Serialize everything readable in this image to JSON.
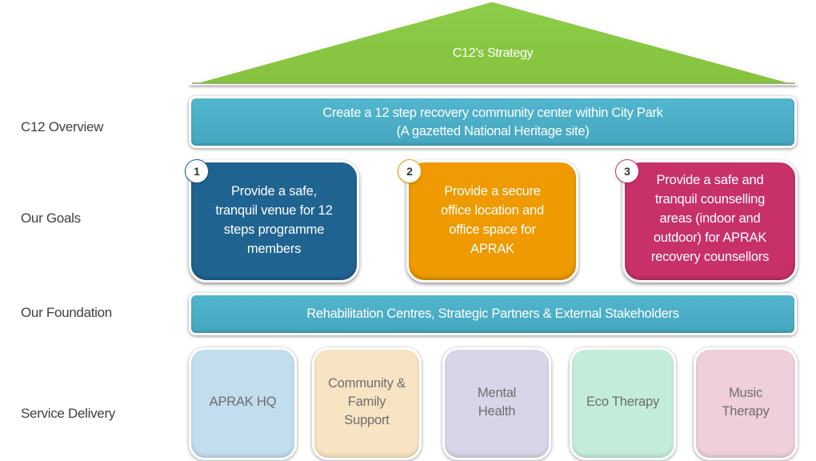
{
  "roof": {
    "title": "C12’s Strategy",
    "color": "#8DC63F"
  },
  "row_labels": {
    "overview": "C12 Overview",
    "goals": "Our Goals",
    "foundation": "Our Foundation",
    "service": "Service Delivery"
  },
  "overview": {
    "line1": "Create a 12 step recovery  community center within City Park",
    "line2": "(A gazetted National Heritage site)",
    "color": "#4BACC6"
  },
  "goals": [
    {
      "number": "1",
      "text": "Provide  a safe, tranquil venue for 12 steps programme members",
      "color": "#1F6391"
    },
    {
      "number": "2",
      "text": "Provide a secure office location and office space for APRAK",
      "color": "#EE9A00"
    },
    {
      "number": "3",
      "text": "Provide a safe and tranquil counselling areas (indoor and outdoor) for APRAK recovery counsellors",
      "color": "#C8306A"
    }
  ],
  "foundation": {
    "text": "Rehabilitation  Centres, Strategic Partners & External Stakeholders",
    "color": "#4BACC6"
  },
  "services": [
    {
      "label": "APRAK HQ",
      "color": "#C1DDEE"
    },
    {
      "label": "Community & Family Support",
      "color": "#F7E4C3"
    },
    {
      "label": "Mental Health",
      "color": "#D8D5E8"
    },
    {
      "label": "Eco Therapy",
      "color": "#C3EDD8"
    },
    {
      "label": "Music Therapy",
      "color": "#EFCFDB"
    }
  ]
}
